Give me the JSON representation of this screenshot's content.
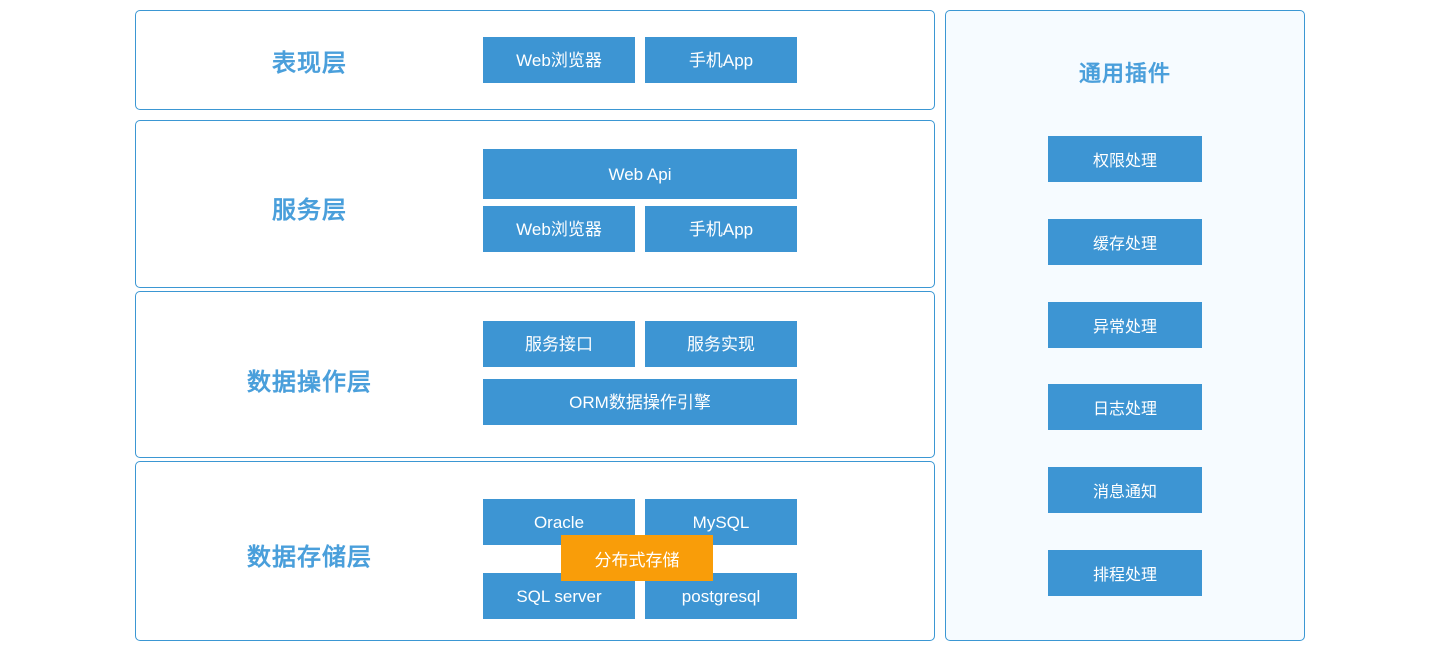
{
  "diagram": {
    "layers": [
      {
        "id": "presentation",
        "label": "表现层",
        "rows": [
          {
            "type": "pair",
            "left": "Web浏览器",
            "right": "手机App"
          }
        ]
      },
      {
        "id": "service",
        "label": "服务层",
        "rows": [
          {
            "type": "wide",
            "text": "Web  Api"
          },
          {
            "type": "pair",
            "left": "Web浏览器",
            "right": "手机App"
          }
        ]
      },
      {
        "id": "data-operation",
        "label": "数据操作层",
        "rows": [
          {
            "type": "pair",
            "left": "服务接口",
            "right": "服务实现"
          },
          {
            "type": "wide",
            "text": "ORM数据操作引擎"
          }
        ]
      },
      {
        "id": "data-storage",
        "label": "数据存储层",
        "rows": [
          {
            "type": "pair",
            "left": "Oracle",
            "right": "MySQL"
          },
          {
            "type": "pair",
            "left": "SQL server",
            "right": "postgresql"
          }
        ],
        "overlay": {
          "text": "分布式存储"
        }
      }
    ],
    "plugins": {
      "title": "通用插件",
      "items": [
        {
          "label": "权限处理"
        },
        {
          "label": "缓存处理"
        },
        {
          "label": "异常处理"
        },
        {
          "label": "日志处理"
        },
        {
          "label": "消息通知"
        },
        {
          "label": "排程处理"
        }
      ]
    },
    "colors": {
      "box_blue": "#3d95d3",
      "overlay_orange": "#f99d09",
      "border_blue": "#3b97d3",
      "label_blue": "#4a9fdb",
      "plugin_panel_bg": "#f6fbff",
      "panel_bg": "#ffffff"
    }
  }
}
